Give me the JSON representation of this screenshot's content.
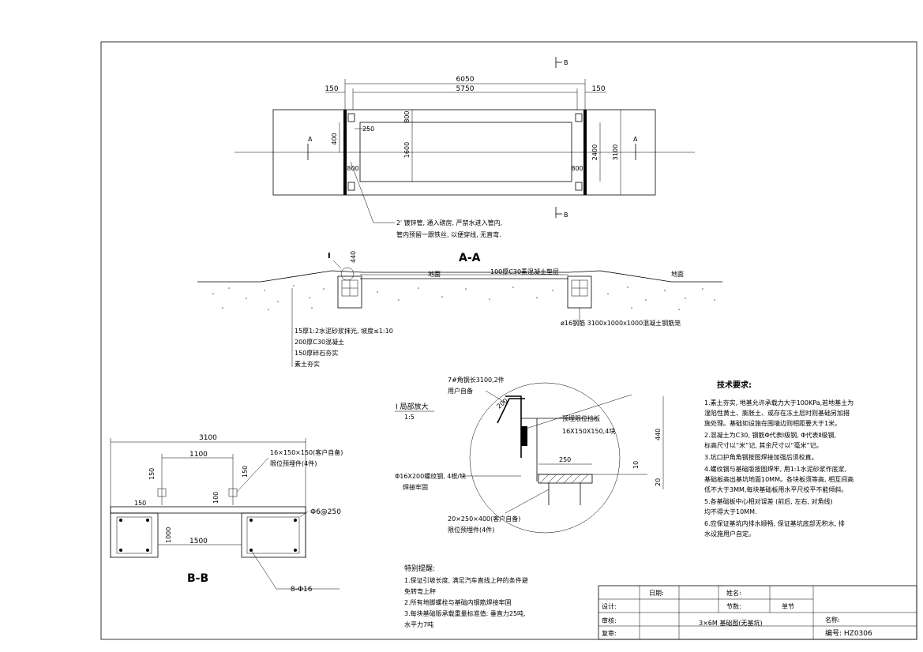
{
  "plan": {
    "dim_6050": "6050",
    "dim_5750": "5750",
    "dim_150_left": "150",
    "dim_150_right": "150",
    "dim_400": "400",
    "dim_250": "250",
    "dim_800_top": "800",
    "dim_1600": "1600",
    "dim_800_left": "800",
    "dim_800_right": "800",
    "dim_2400": "2400",
    "dim_3100": "3100",
    "section_a_left": "A",
    "section_a_right": "A",
    "section_b_top": "B",
    "section_b_bottom": "B",
    "pipe_note_line1": "2′ 镀锌管, 通入磅房, 严禁水进入管内,",
    "pipe_note_line2": "管内预留一跟铁丝, 以便穿线, 无直弯."
  },
  "section_aa": {
    "title": "A-A",
    "detail_mark": "I",
    "dim_440": "440",
    "ground_left": "地面",
    "ground_right": "地面",
    "slab_note": "100厚C30素混凝土垫层",
    "rebar_note": "ø16钢筋 3100x1000x1000混凝土钢筋笼",
    "layers": [
      "15厚1:2水泥砂浆抹光, 坡度≤1:10",
      "200厚C30混凝土",
      "150厚碎石夯实",
      "素土夯实"
    ]
  },
  "section_bb": {
    "title": "B-B",
    "dim_3100": "3100",
    "dim_1100": "1100",
    "dim_150_v1": "150",
    "dim_150_v2": "150",
    "dim_150_h": "150",
    "dim_100": "100",
    "dim_1000": "1000",
    "dim_1500": "1500",
    "plate_note_line1": "16×150×150(客户自备)",
    "plate_note_line2": "限位预埋件(4件)",
    "stirrup": "Φ6@250",
    "rebar": "8-Φ16"
  },
  "detail_i": {
    "title": "I 局部放大",
    "scale": "1:5",
    "angle_note_line1": "7#角钢长3100,2件",
    "angle_note_line2": "用户自备",
    "dim_200": "200",
    "plate_label_line1": "预埋限位挡板",
    "plate_label_line2": "16X150X150,4块",
    "dim_440": "440",
    "dim_250": "250",
    "dim_10": "10",
    "dim_20": "20",
    "bolt_line1": "Φ16X200螺纹钢, 4根/块",
    "bolt_line2": "焊接牢固",
    "embed_line1": "20×250×400(客户自备)",
    "embed_line2": "限位预埋件(4件)"
  },
  "tech": {
    "title": "技术要求:",
    "lines": [
      "1.素土夯实, 地基允许承载力大于100KPa,若地基土为",
      "湿陷性黄土、膨胀土、或存在冻土层时则基础另加措",
      "施处理。基础如设施在围墙边则相距要大于1米。",
      "2.混凝土为C30, 钢筋Φ代表Ⅰ级钢, Φ代表Ⅱ级钢,",
      "标高尺寸以“米”记, 其余尺寸以“毫米”记。",
      "3.坑口护角角钢按图焊接加强后须校直。",
      "4.螺纹钢与基础版按图焊牢, 用1:1水泥砂浆作底浆,",
      "基础板高出基坑地面10MM。各块板须等高, 相互间高",
      "低不大于3MM,每块基础板用水平尺校平不能倾斜。",
      "5.各基础板中心相对误差 (前后, 左右, 对角线)",
      "均不得大于10MM.",
      "6.应保证基坑内排水顺畅, 保证基坑底部无积水, 排",
      "水设施用户自定。"
    ]
  },
  "special": {
    "title": "特别提醒:",
    "lines": [
      "1.保证引坡长度, 满足汽车直线上秤的条件避",
      "免转弯上秤",
      "2.所有地脚螺栓与基础内钢筋焊接牢固",
      "3.每块基础版承载重量标准值: 垂直力25吨,",
      "水平力7吨"
    ]
  },
  "titleblock": {
    "date": "日期:",
    "name": "姓名:",
    "design": "设计:",
    "section": "节数:",
    "unit": "单节",
    "review": "审核:",
    "drawing_title": "3×6M 基础图(无基坑)",
    "label_name": "名称:",
    "recheck": "复审:",
    "number": "编号: HZ0306"
  }
}
